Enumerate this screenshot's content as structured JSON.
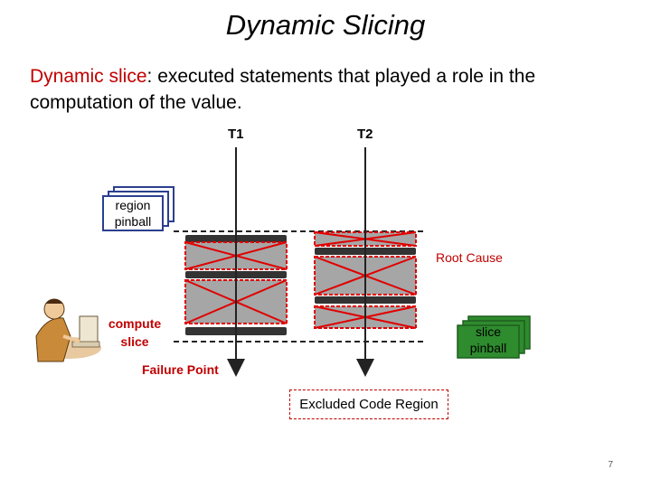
{
  "title": "Dynamic Slicing",
  "definition": {
    "term": "Dynamic slice",
    "rest": ": executed statements that played a role in the computation of the value."
  },
  "threads": [
    {
      "label": "T1"
    },
    {
      "label": "T2"
    }
  ],
  "cards": {
    "region_pinball": [
      "region",
      "pinball"
    ],
    "slice_pinball": [
      "slice",
      "pinball"
    ]
  },
  "labels": {
    "root_cause": "Root Cause",
    "failure_point": "Failure Point",
    "compute_slice": [
      "compute",
      "slice"
    ],
    "excluded_region": "Excluded Code Region",
    "page_number": "7"
  },
  "colors": {
    "accent_red": "#c00000",
    "slice_green": "#2e8b2e",
    "card_blue": "#2b3f8f",
    "block_dark": "#333333",
    "block_gray": "#a6a6a6"
  }
}
